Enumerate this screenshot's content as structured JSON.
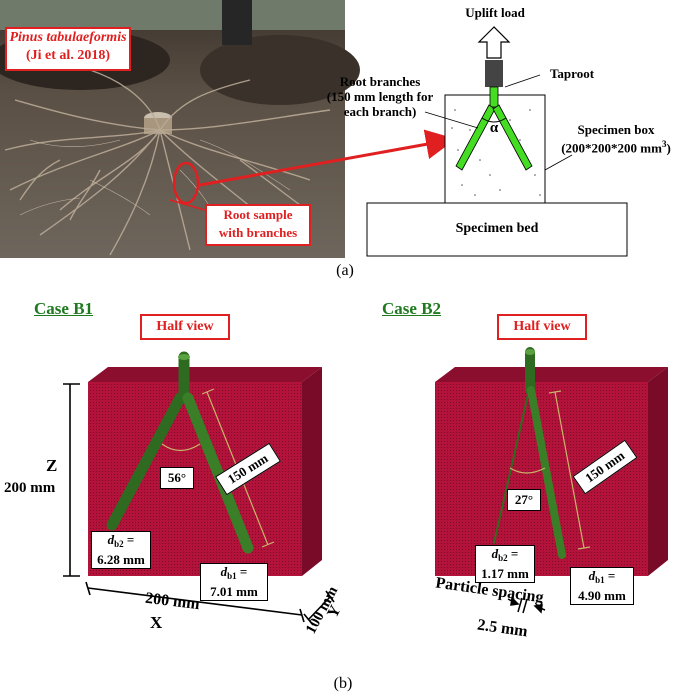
{
  "panel_a": {
    "photo": {
      "species": "Pinus tabulaeformis",
      "citation": "(Ji et al. 2018)",
      "sample_label_1": "Root sample",
      "sample_label_2": "with branches"
    },
    "schematic": {
      "uplift_load": "Uplift load",
      "taproot": "Taproot",
      "root_branches_1": "Root branches",
      "root_branches_2": "(150 mm length for",
      "root_branches_3": "each branch)",
      "alpha": "α",
      "specimen_box_1": "Specimen box",
      "specimen_box_2": "(200*200*200 mm",
      "specimen_box_sup": "3",
      "specimen_box_3": ")",
      "specimen_bed": "Specimen bed"
    },
    "caption": "(a)"
  },
  "panel_b": {
    "case_b1": {
      "title": "Case B1",
      "half_view": "Half view",
      "angle": "56°",
      "length": "150 mm",
      "db2_label": "d",
      "db2_sub": "b2",
      "db2_eq": " =",
      "db2_value": "6.28 mm",
      "db1_label": "d",
      "db1_sub": "b1",
      "db1_eq": " =",
      "db1_value": "7.01 mm",
      "z_axis": "Z",
      "z_dim": "200 mm",
      "x_dim": "200 mm",
      "x_axis": "X",
      "y_dim": "100 mm",
      "y_axis": "Y"
    },
    "case_b2": {
      "title": "Case B2",
      "half_view": "Half view",
      "angle": "27°",
      "length": "150 mm",
      "db2_label": "d",
      "db2_sub": "b2",
      "db2_eq": " =",
      "db2_value": "1.17 mm",
      "db1_label": "d",
      "db1_sub": "b1",
      "db1_eq": " =",
      "db1_value": "4.90 mm",
      "spacing_1": "Particle spacing",
      "spacing_2": "2.5 mm"
    },
    "caption": "(b)"
  },
  "colors": {
    "root_green": "#2e7d1f",
    "bright_green": "#44dd22",
    "soil_red": "#b3123a",
    "label_red": "#e02020",
    "title_green": "#1f7a1f"
  }
}
